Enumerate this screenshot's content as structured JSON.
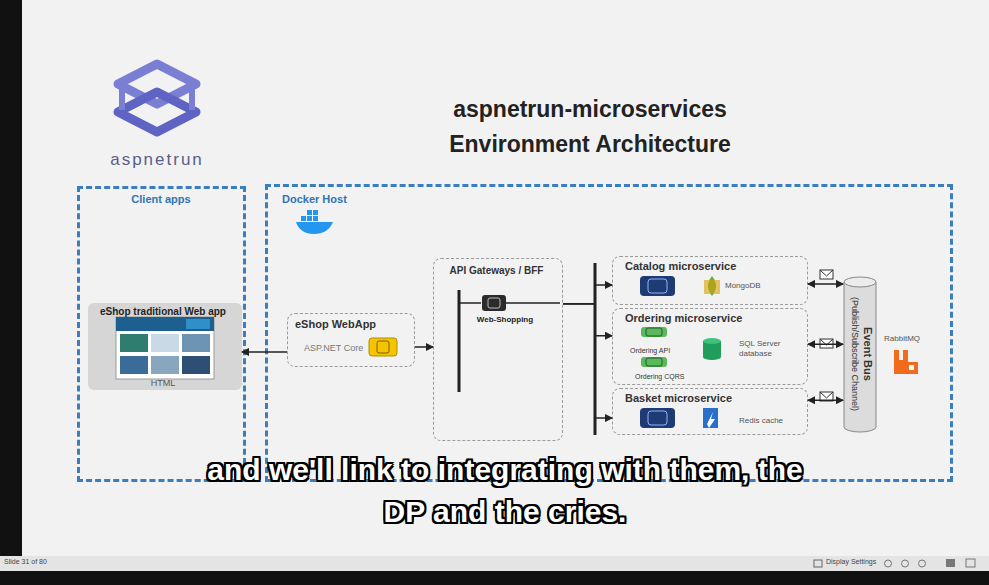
{
  "diagram": {
    "title": "aspnetrun-microservices Environment Architecture",
    "nodes": [
      {
        "text": [
          "Client apps"
        ]
      },
      {
        "text": [
          "Docker Host"
        ]
      },
      {
        "text": [
          "eShop traditional Web app",
          "HTML"
        ],
        "in": 0
      },
      {
        "text": [
          "eShop WebApp",
          "ASP.NET Core"
        ],
        "in": 1
      },
      {
        "text": [
          "API Gateways / BFF",
          "Web-Shopping"
        ],
        "in": 1
      },
      {
        "text": [
          "Catalog microservice",
          "MongoDB"
        ],
        "in": 1
      },
      {
        "text": [
          "Ordering microservice",
          "Ordering API",
          "SQL Server database",
          "Ordering CQRS"
        ],
        "in": 1
      },
      {
        "text": [
          "Basket microservice",
          "Redis cache"
        ],
        "in": 1
      },
      {
        "text": [
          "Event Bus",
          "(Publish/Subscribe Channel)"
        ],
        "in": 1
      }
    ],
    "edges": [
      {
        "from": 3,
        "to": 2,
        "arrow": "to"
      },
      {
        "from": 3,
        "to": 4,
        "arrow": "to"
      },
      {
        "from": 4,
        "to": 5,
        "arrow": "to"
      },
      {
        "from": 4,
        "to": 6,
        "arrow": "to"
      },
      {
        "from": 4,
        "to": 7,
        "arrow": "to"
      },
      {
        "from": 5,
        "to": 8,
        "arrow": "both"
      },
      {
        "from": 6,
        "to": 8,
        "arrow": "both"
      },
      {
        "from": 7,
        "to": 8,
        "arrow": "both"
      }
    ],
    "labels": [
      "aspnetrun",
      "RabbitMQ",
      "and we'll link to integrating with them, the DP and the cries.",
      "Slide 31 of 80",
      "Display Settings"
    ]
  }
}
